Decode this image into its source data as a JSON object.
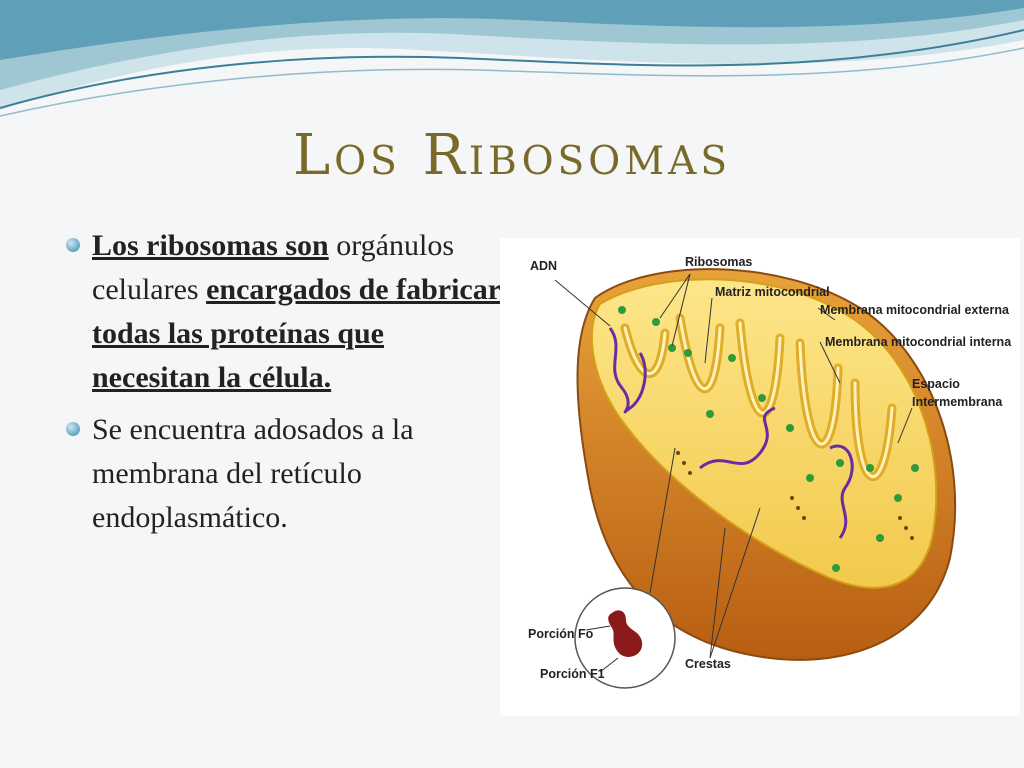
{
  "slide": {
    "title": "Los  Ribosomas",
    "bullets": [
      {
        "parts": [
          {
            "text": "Los ribosomas son",
            "emphasis": true
          },
          {
            "text": " orgánulos celulares ",
            "emphasis": false
          },
          {
            "text": "encargados de fabricar todas las proteínas que necesitan la célula.",
            "emphasis": true
          }
        ]
      },
      {
        "parts": [
          {
            "text": "Se encuentra adosados a la membrana del retículo endoplasmático.",
            "emphasis": false
          }
        ]
      }
    ]
  },
  "figure": {
    "labels": {
      "adn": "ADN",
      "ribosomas": "Ribosomas",
      "matriz": "Matriz mitocondrial",
      "membrana_externa": "Membrana mitocondrial externa",
      "membrana_interna": "Membrana mitocondrial interna",
      "espacio_1": "Espacio",
      "espacio_2": "Intermembrana",
      "porcion_fo": "Porción Fo",
      "porcion_f1": "Porción F1",
      "crestas": "Crestas"
    }
  },
  "colors": {
    "title": "#7a6a2a",
    "outer_membrane": "#c8781a",
    "inner_membrane": "#f2c94c",
    "dna": "#6a2ca0",
    "ribosome": "#2e9a3a"
  }
}
